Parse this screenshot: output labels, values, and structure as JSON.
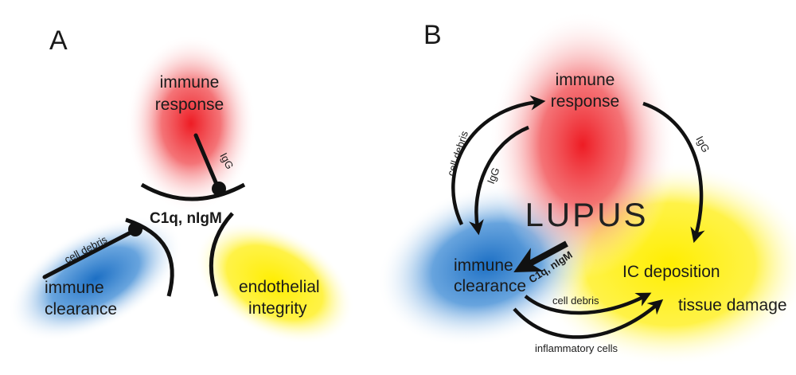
{
  "panel_a": {
    "letter": "A",
    "immune_response_line1": "immune",
    "immune_response_line2": "response",
    "igg": "IgG",
    "center": "C1q, nIgM",
    "cell_debris": "cell debris",
    "immune_clearance_line1": "immune",
    "immune_clearance_line2": "clearance",
    "endothelial_line1": "endothelial",
    "endothelial_line2": "integrity"
  },
  "panel_b": {
    "letter": "B",
    "immune_response_line1": "immune",
    "immune_response_line2": "response",
    "lupus": "LUPUS",
    "cell_debris_left": "cell debris",
    "igg_inner": "IgG",
    "igg_right": "IgG",
    "immune_clearance_line1": "immune",
    "immune_clearance_line2": "clearance",
    "c1q": "C1q, nIgM",
    "ic_deposition": "IC deposition",
    "tissue_damage": "tissue damage",
    "cell_debris_bottom": "cell debris",
    "inflammatory_cells": "inflammatory cells"
  },
  "colors": {
    "red": "#ee2a2a",
    "blue": "#2a7ed0",
    "yellow": "#ffee00",
    "stroke": "#111111"
  }
}
